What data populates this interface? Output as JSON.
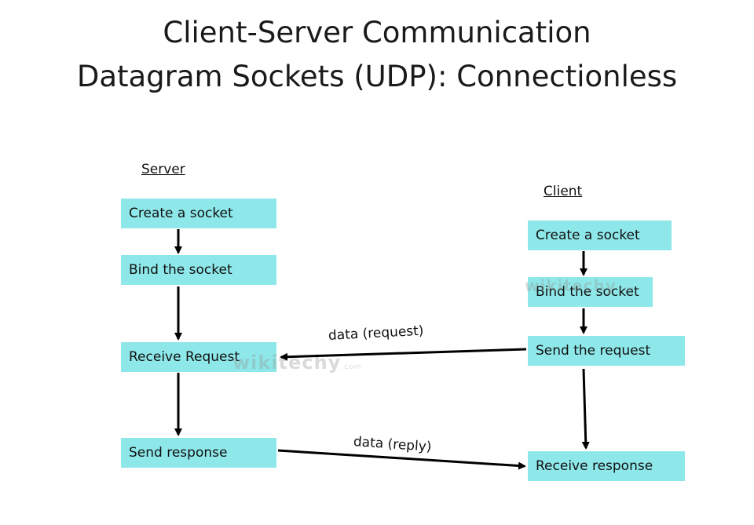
{
  "title": {
    "line1": "Client-Server Communication",
    "line2": "Datagram Sockets (UDP): Connectionless"
  },
  "server": {
    "label": "Server",
    "steps": [
      "Create a socket",
      "Bind the socket",
      "Receive Request",
      "Send response"
    ]
  },
  "client": {
    "label": "Client",
    "steps": [
      "Create a socket",
      "Bind the socket",
      "Send the request",
      "Receive response"
    ]
  },
  "edges": {
    "request_label": "data (request)",
    "reply_label": "data (reply)"
  },
  "watermark": {
    "text": "wikitechy",
    "sub": ".com"
  },
  "colors": {
    "box_fill": "#8ee8ea",
    "arrow": "#000000"
  }
}
